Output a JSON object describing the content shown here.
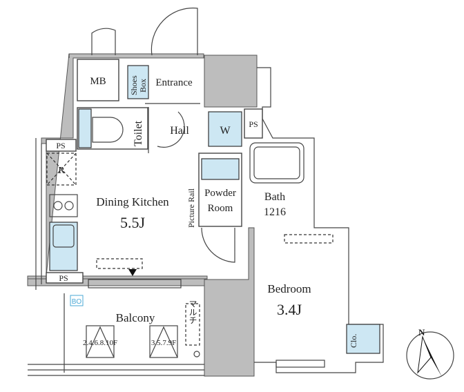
{
  "plan": {
    "rooms": {
      "mb": "MB",
      "shoes_box_1": "Shoes",
      "shoes_box_2": "Box",
      "entrance": "Entrance",
      "toilet": "Toilet",
      "hall": "Hall",
      "washer": "W",
      "ps_right": "PS",
      "ps_left": "PS",
      "ps_bottom": "PS",
      "refrigerator": "R",
      "dining_kitchen": "Dining Kitchen",
      "dining_kitchen_size": "5.5J",
      "picture_rail": "Picture Rail",
      "powder_room_1": "Powder",
      "powder_room_2": "Room",
      "bath": "Bath",
      "bath_size": "1216",
      "bedroom": "Bedroom",
      "bedroom_size": "3.4J",
      "closet": "Clo.",
      "balcony": "Balcony",
      "bo": "BO",
      "hatch_even": "2.4.6.8.10F",
      "hatch_odd": "3.5.7.9F",
      "multi": "マルチ"
    },
    "compass": "N",
    "colors": {
      "fixture_blue": "#cde7f3",
      "wall_gray": "#bdbdbd"
    }
  }
}
